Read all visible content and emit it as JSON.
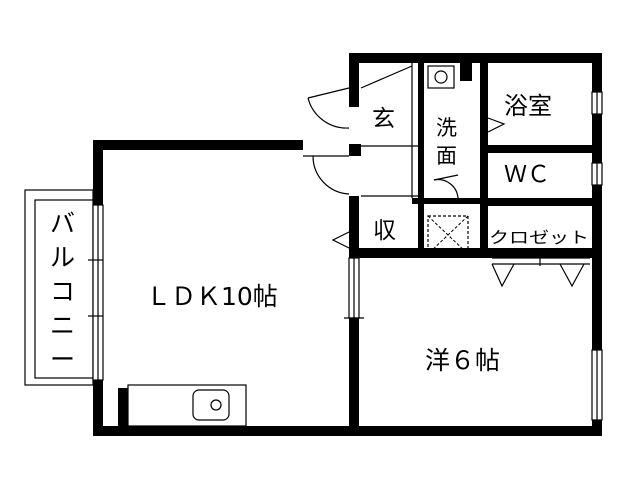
{
  "floor_plan": {
    "rooms": {
      "ldk": "ＬＤＫ10帖",
      "western_room": "洋６帖",
      "entrance": "玄",
      "washroom_line1": "洗",
      "washroom_line2": "面",
      "bathroom": "浴室",
      "toilet": "ＷＣ",
      "storage": "収",
      "closet": "クロゼット",
      "balcony": [
        "バ",
        "ル",
        "コ",
        "ニ",
        "ー"
      ]
    }
  },
  "colors": {
    "wall": "#000000",
    "background": "#ffffff"
  }
}
